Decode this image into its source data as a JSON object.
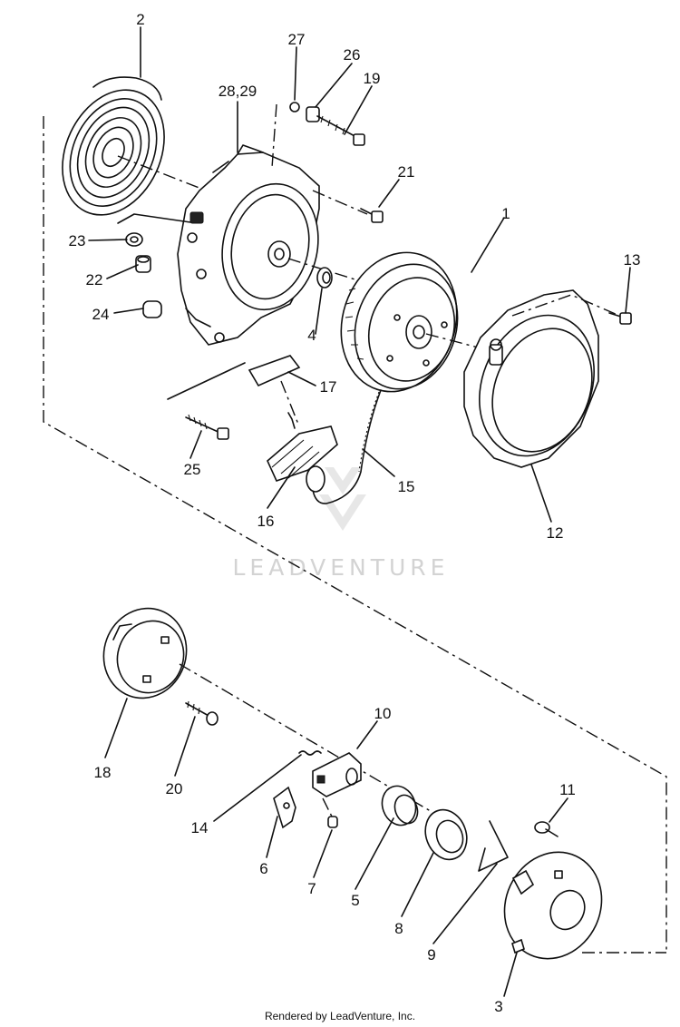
{
  "diagram": {
    "labels": {
      "p1": "1",
      "p2": "2",
      "p3": "3",
      "p4": "4",
      "p5": "5",
      "p6": "6",
      "p7": "7",
      "p8": "8",
      "p9": "9",
      "p10": "10",
      "p11": "11",
      "p12": "12",
      "p13": "13",
      "p14": "14",
      "p15": "15",
      "p16": "16",
      "p17": "17",
      "p18": "18",
      "p19": "19",
      "p20": "20",
      "p21": "21",
      "p22": "22",
      "p23": "23",
      "p24": "24",
      "p25": "25",
      "p26": "26",
      "p27": "27",
      "p2829": "28,29"
    },
    "watermark": "LEADVENTURE",
    "footer": "Rendered by LeadVenture, Inc."
  }
}
